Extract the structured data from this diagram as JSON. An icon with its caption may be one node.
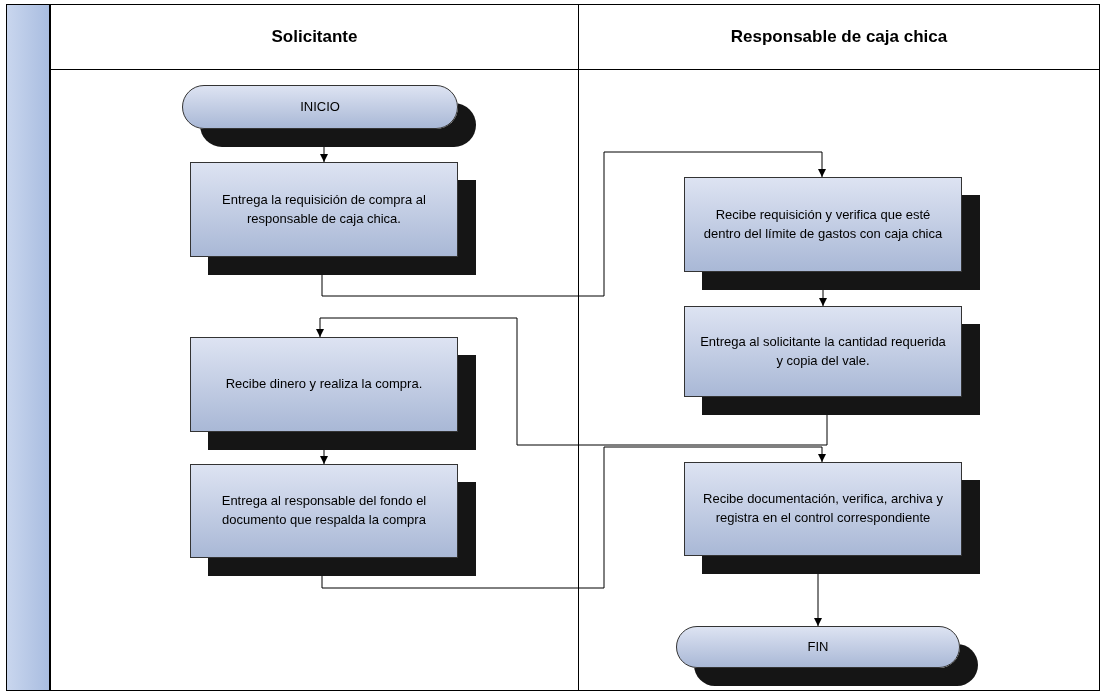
{
  "diagram": {
    "nodes": [
      {
        "text": [
          "Solicitante"
        ]
      },
      {
        "text": [
          "Responsable de caja chica"
        ]
      },
      {
        "text": [
          "INICIO"
        ],
        "in": 0
      },
      {
        "text": [
          "Entrega la requisición de compra al responsable de caja chica."
        ],
        "in": 0
      },
      {
        "text": [
          "Recibe requisición y verifica que esté dentro del límite de gastos con caja chica"
        ],
        "in": 1
      },
      {
        "text": [
          "Entrega al solicitante la cantidad requerida y copia del vale."
        ],
        "in": 1
      },
      {
        "text": [
          "Recibe dinero y realiza la compra."
        ],
        "in": 0
      },
      {
        "text": [
          "Entrega al responsable del fondo el documento que respalda la compra"
        ],
        "in": 0
      },
      {
        "text": [
          "Recibe documentación, verifica, archiva y registra en el control correspondiente"
        ],
        "in": 1
      },
      {
        "text": [
          "FIN"
        ],
        "in": 1
      }
    ],
    "edges": [
      {
        "from": 2,
        "to": 3,
        "arrow": "to"
      },
      {
        "from": 3,
        "to": 4,
        "arrow": "to"
      },
      {
        "from": 4,
        "to": 5,
        "arrow": "to"
      },
      {
        "from": 5,
        "to": 6,
        "arrow": "to"
      },
      {
        "from": 6,
        "to": 7,
        "arrow": "to"
      },
      {
        "from": 7,
        "to": 8,
        "arrow": "to"
      },
      {
        "from": 8,
        "to": 9,
        "arrow": "to"
      }
    ]
  }
}
